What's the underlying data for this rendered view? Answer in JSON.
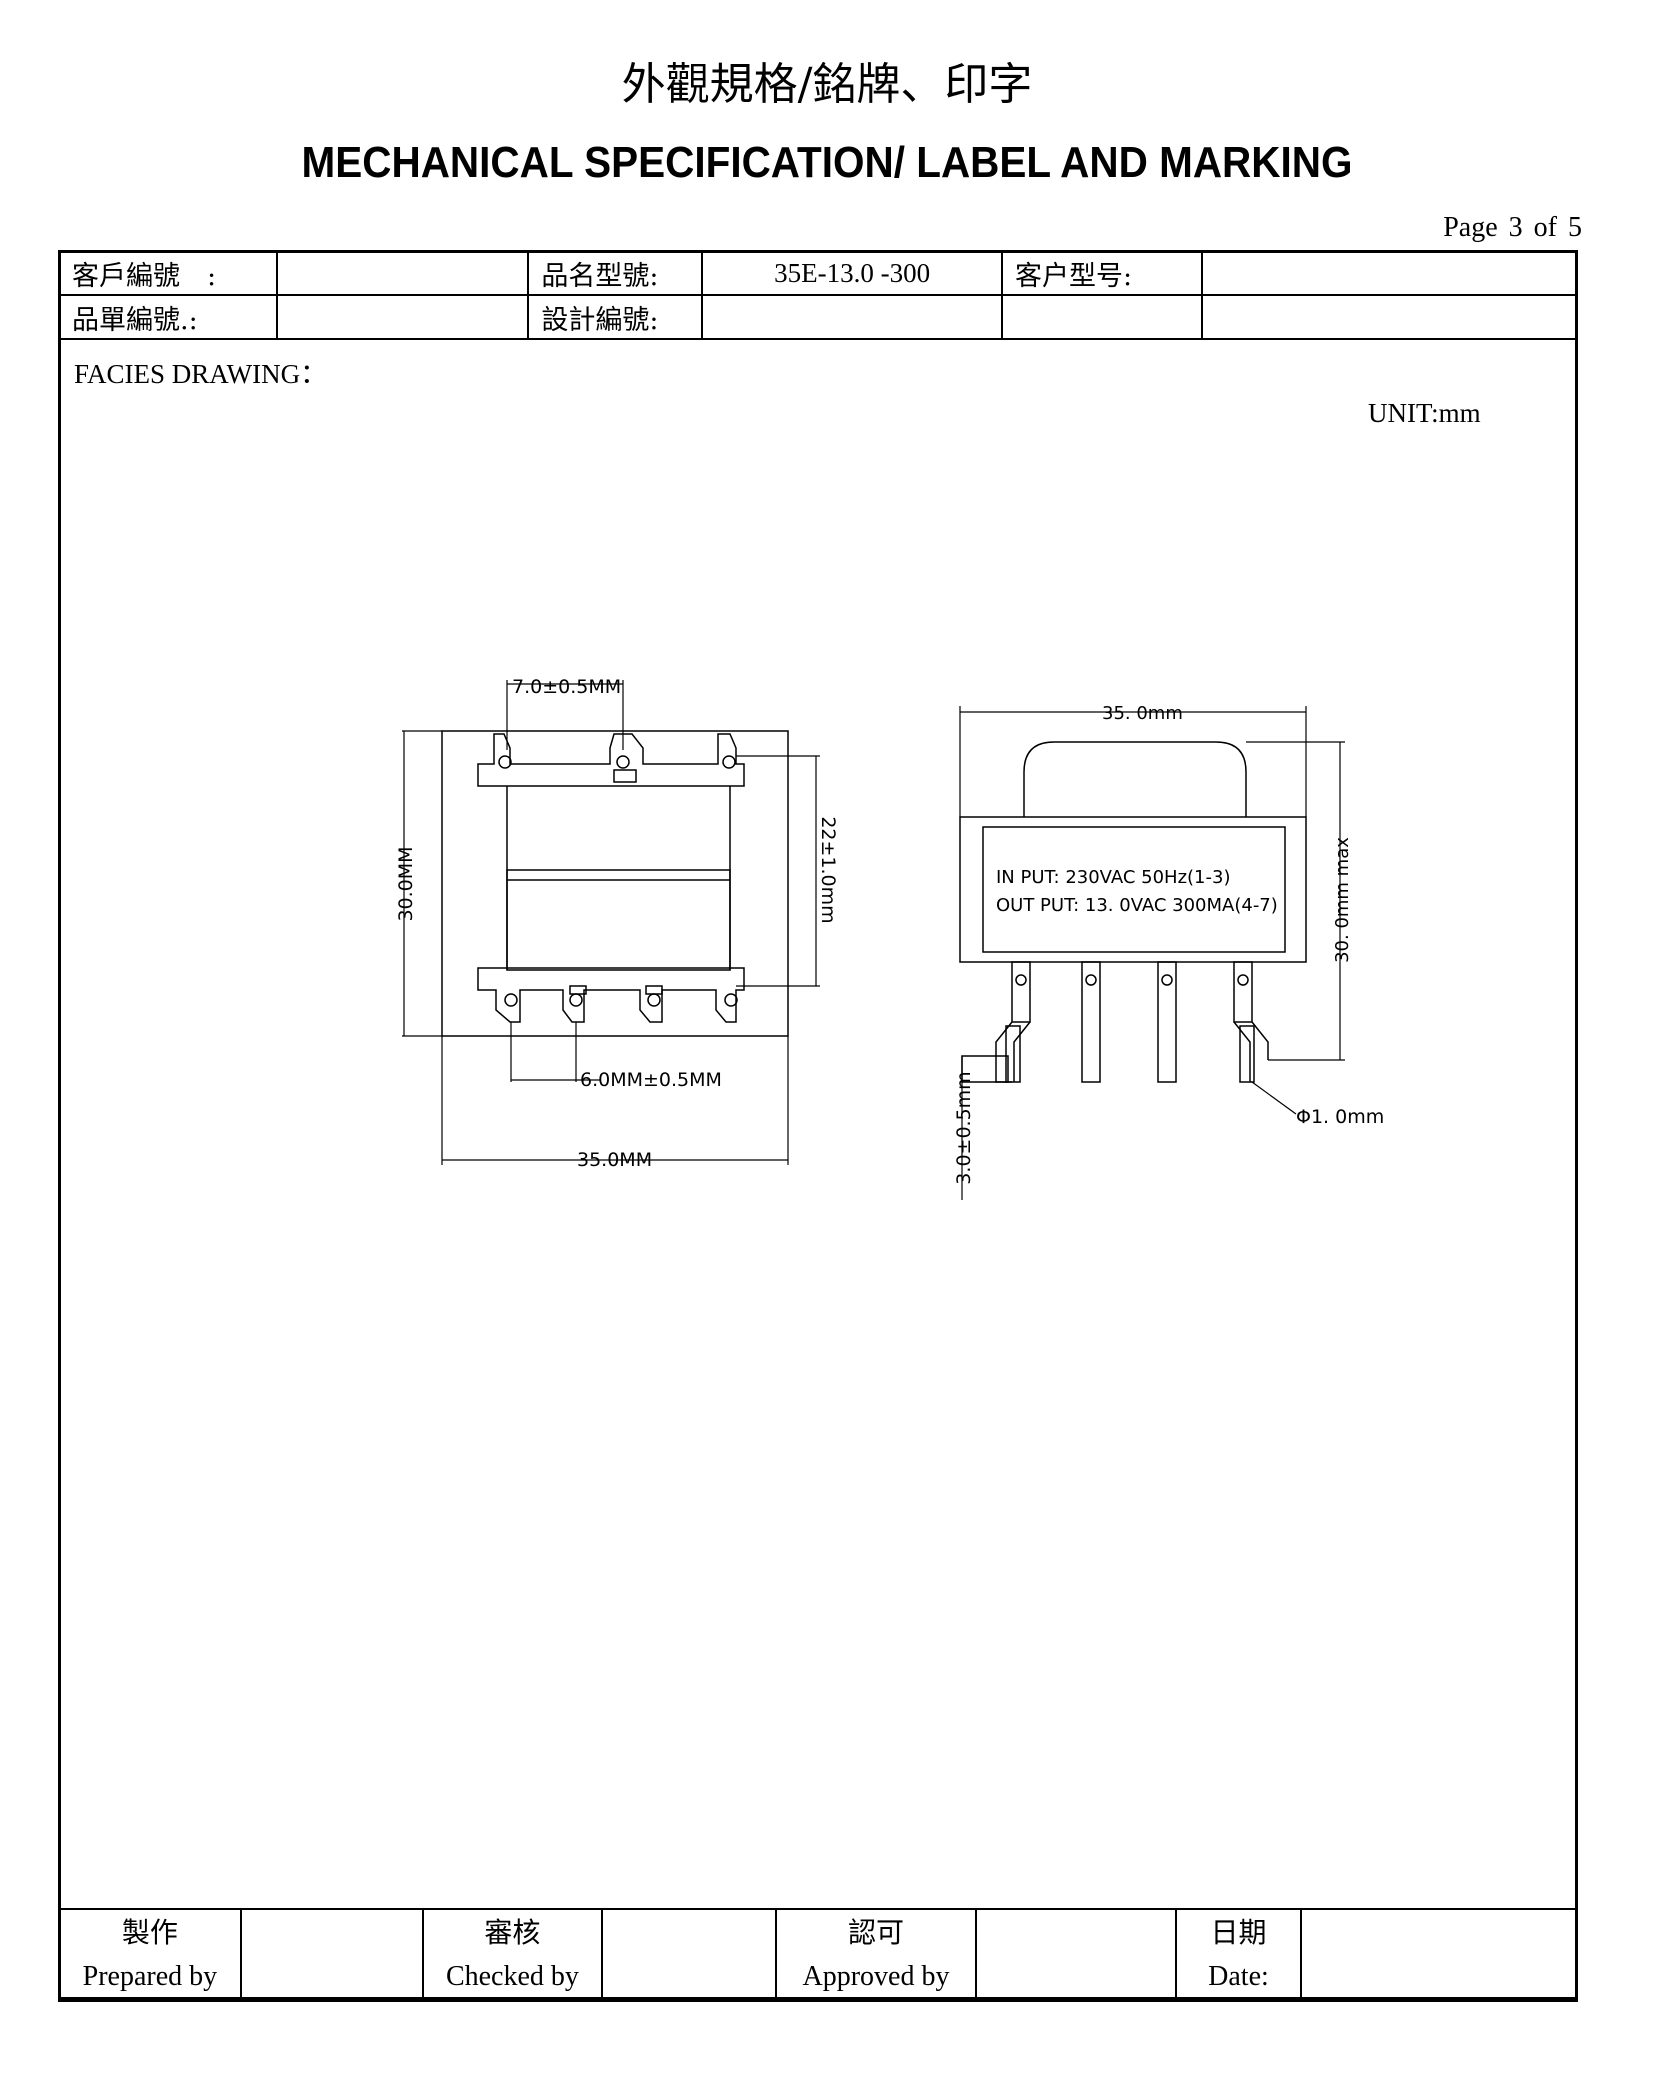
{
  "title_cn": "外觀規格/銘牌、印字",
  "title_en": "MECHANICAL SPECIFICATION/ LABEL AND MARKING",
  "page": "Page  3  of  5",
  "header": {
    "customer_no_label": "客戶編號　:",
    "customer_no_value": "",
    "part_name_label": "品名型號:",
    "part_name_value": "35E-13.0 -300",
    "customer_model_label": "客户型号:",
    "customer_model_value": "",
    "order_no_label": "品單編號.:",
    "order_no_value": "",
    "design_no_label": "設計編號:",
    "design_no_value": "",
    "extra_label": "",
    "extra_value": ""
  },
  "facies_label": "FACIES DRAWING：",
  "unit_label": "UNIT:mm",
  "drawing": {
    "left_view": {
      "pin_pitch_top": "7.0±0.5MM",
      "height": "30.0MM",
      "pin_span": "22±1.0mm",
      "pin_pitch_bottom": "6.0MM±0.5MM",
      "width": "35.0MM"
    },
    "right_view": {
      "width": "35. 0mm",
      "height": "30. 0mm max",
      "label_line1": "IN PUT: 230VAC 50Hz(1-3)",
      "label_line2": "OUT PUT: 13. 0VAC 300MA(4-7)",
      "pin_length": "3.0±0.5mm",
      "pin_diameter": "Φ1. 0mm"
    }
  },
  "footer": {
    "prepared_cn": "製作",
    "prepared_en": "Prepared by",
    "checked_cn": "審核",
    "checked_en": "Checked by",
    "approved_cn": "認可",
    "approved_en": "Approved by",
    "date_cn": "日期",
    "date_en": "Date:"
  }
}
